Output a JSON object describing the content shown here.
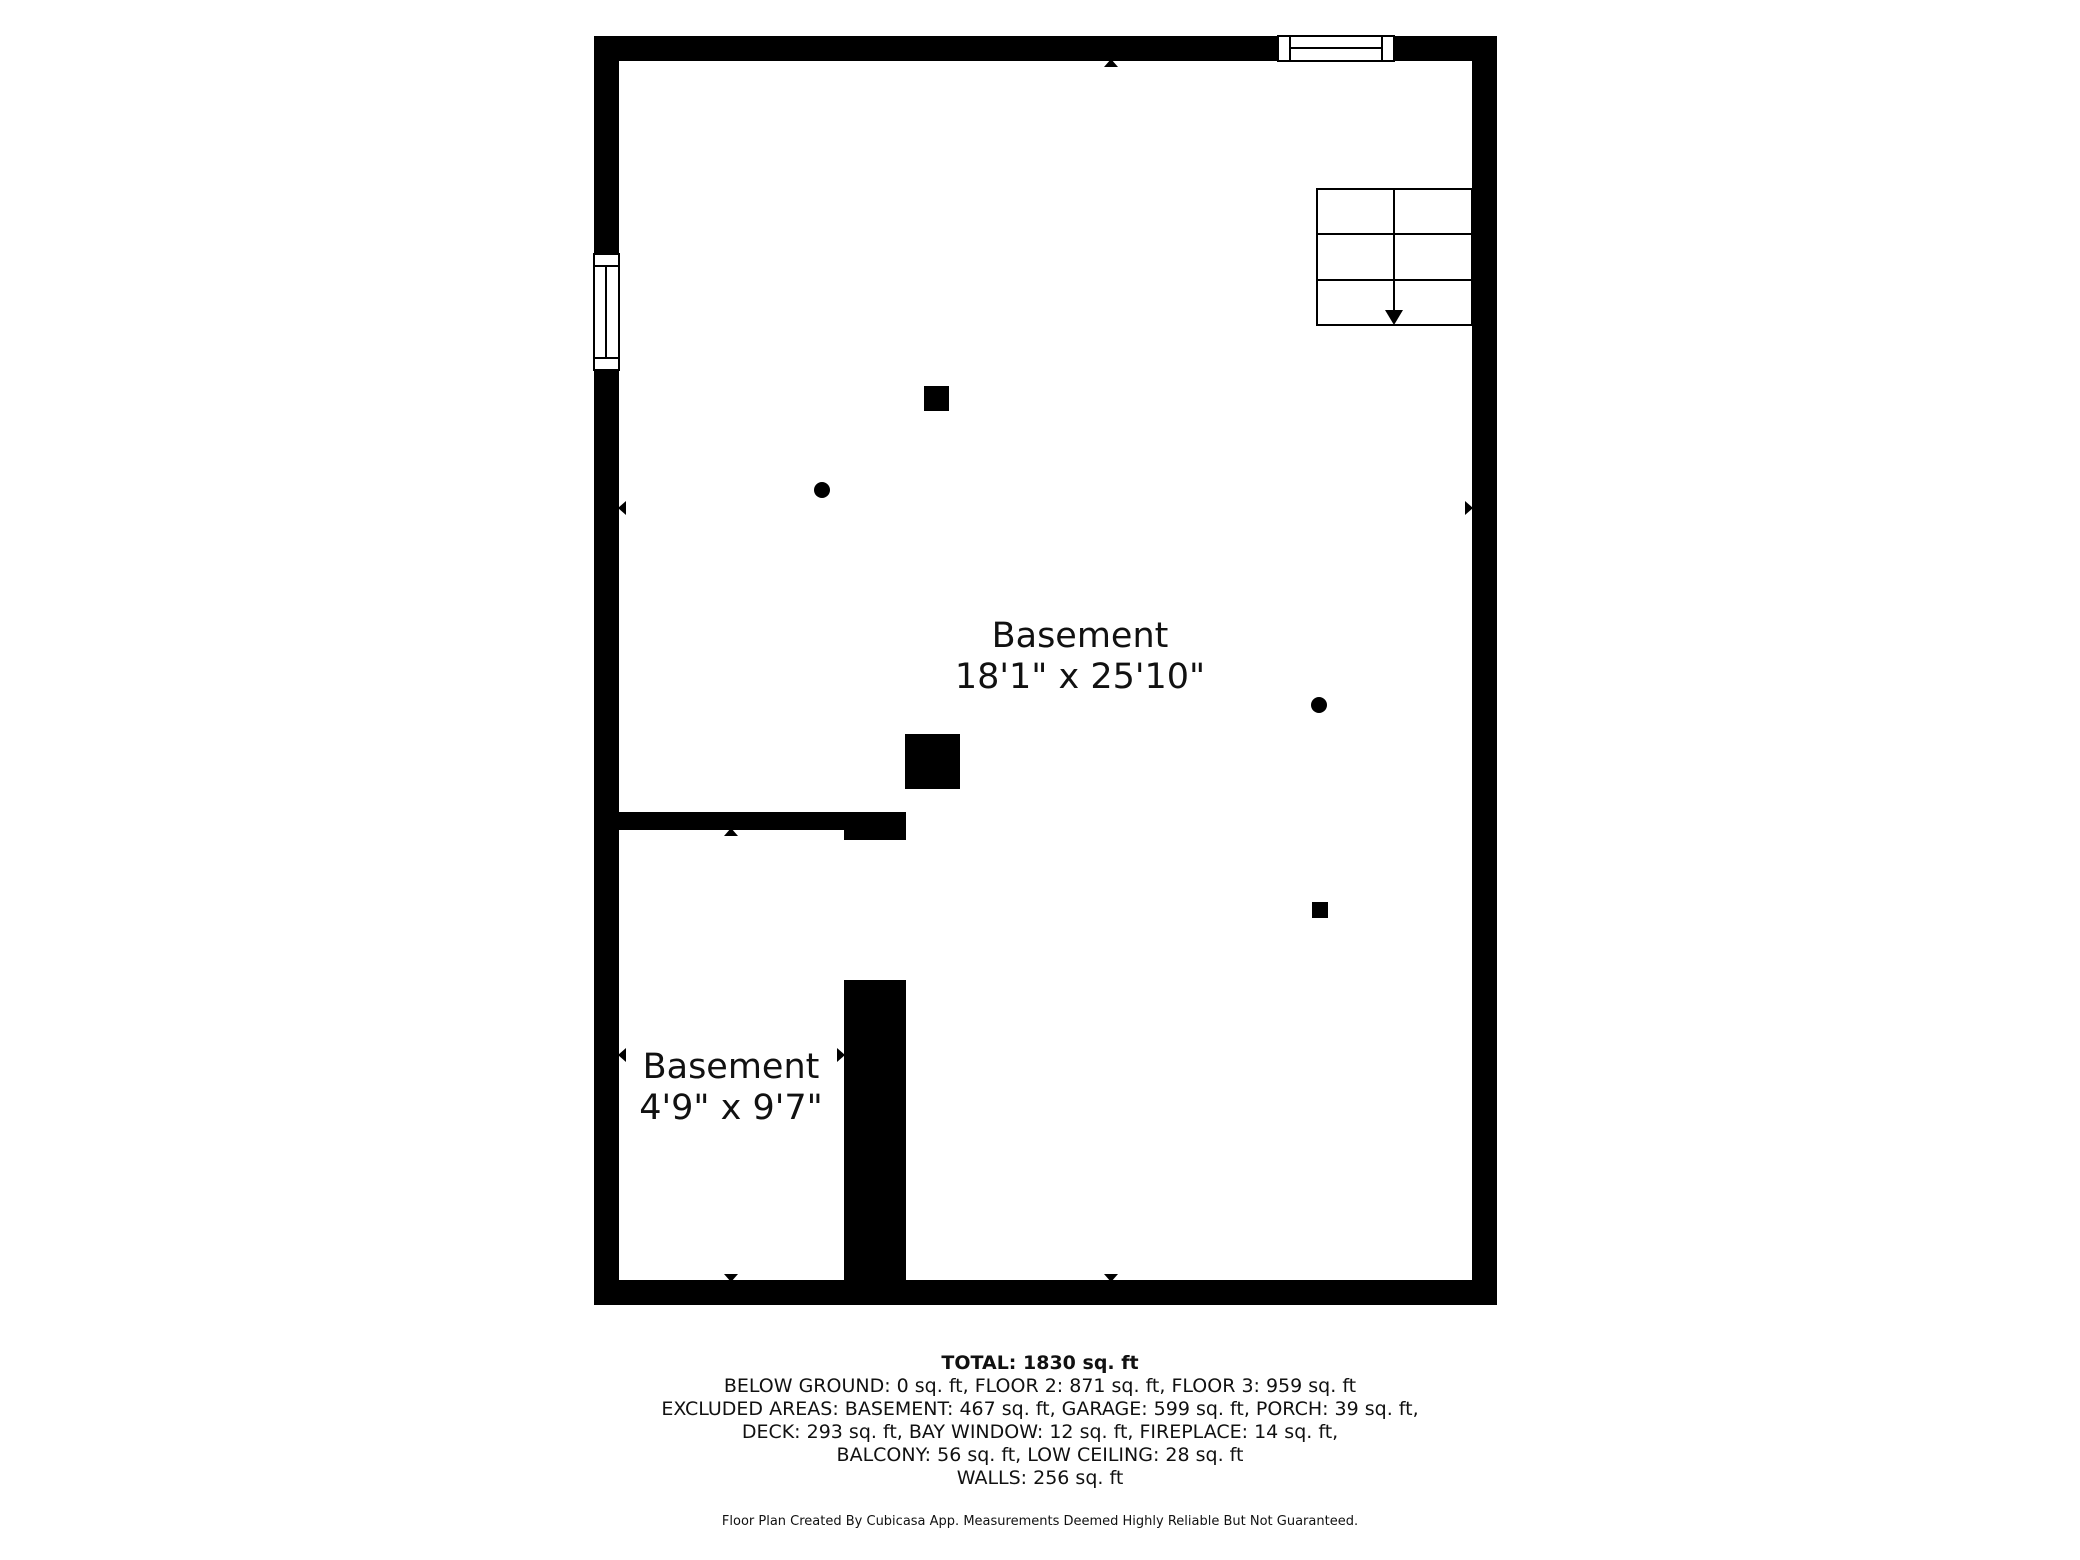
{
  "rooms": [
    {
      "name": "Basement",
      "dimensions": "18'1\" x 25'10\""
    },
    {
      "name": "Basement",
      "dimensions": "4'9\" x 9'7\""
    }
  ],
  "summary": {
    "total": "TOTAL: 1830 sq. ft",
    "lines": [
      "BELOW GROUND: 0 sq. ft, FLOOR 2: 871 sq. ft, FLOOR 3: 959 sq. ft",
      "EXCLUDED AREAS: BASEMENT: 467 sq. ft, GARAGE: 599 sq. ft, PORCH: 39 sq. ft,",
      "DECK: 293 sq. ft, BAY WINDOW: 12 sq. ft, FIREPLACE: 14 sq. ft,",
      "BALCONY: 56 sq. ft, LOW CEILING: 28 sq. ft",
      "WALLS: 256 sq. ft"
    ]
  },
  "footer": "Floor Plan Created By Cubicasa App. Measurements Deemed Highly Reliable But Not Guaranteed.",
  "colors": {
    "wall": "#000000",
    "background": "#ffffff"
  }
}
